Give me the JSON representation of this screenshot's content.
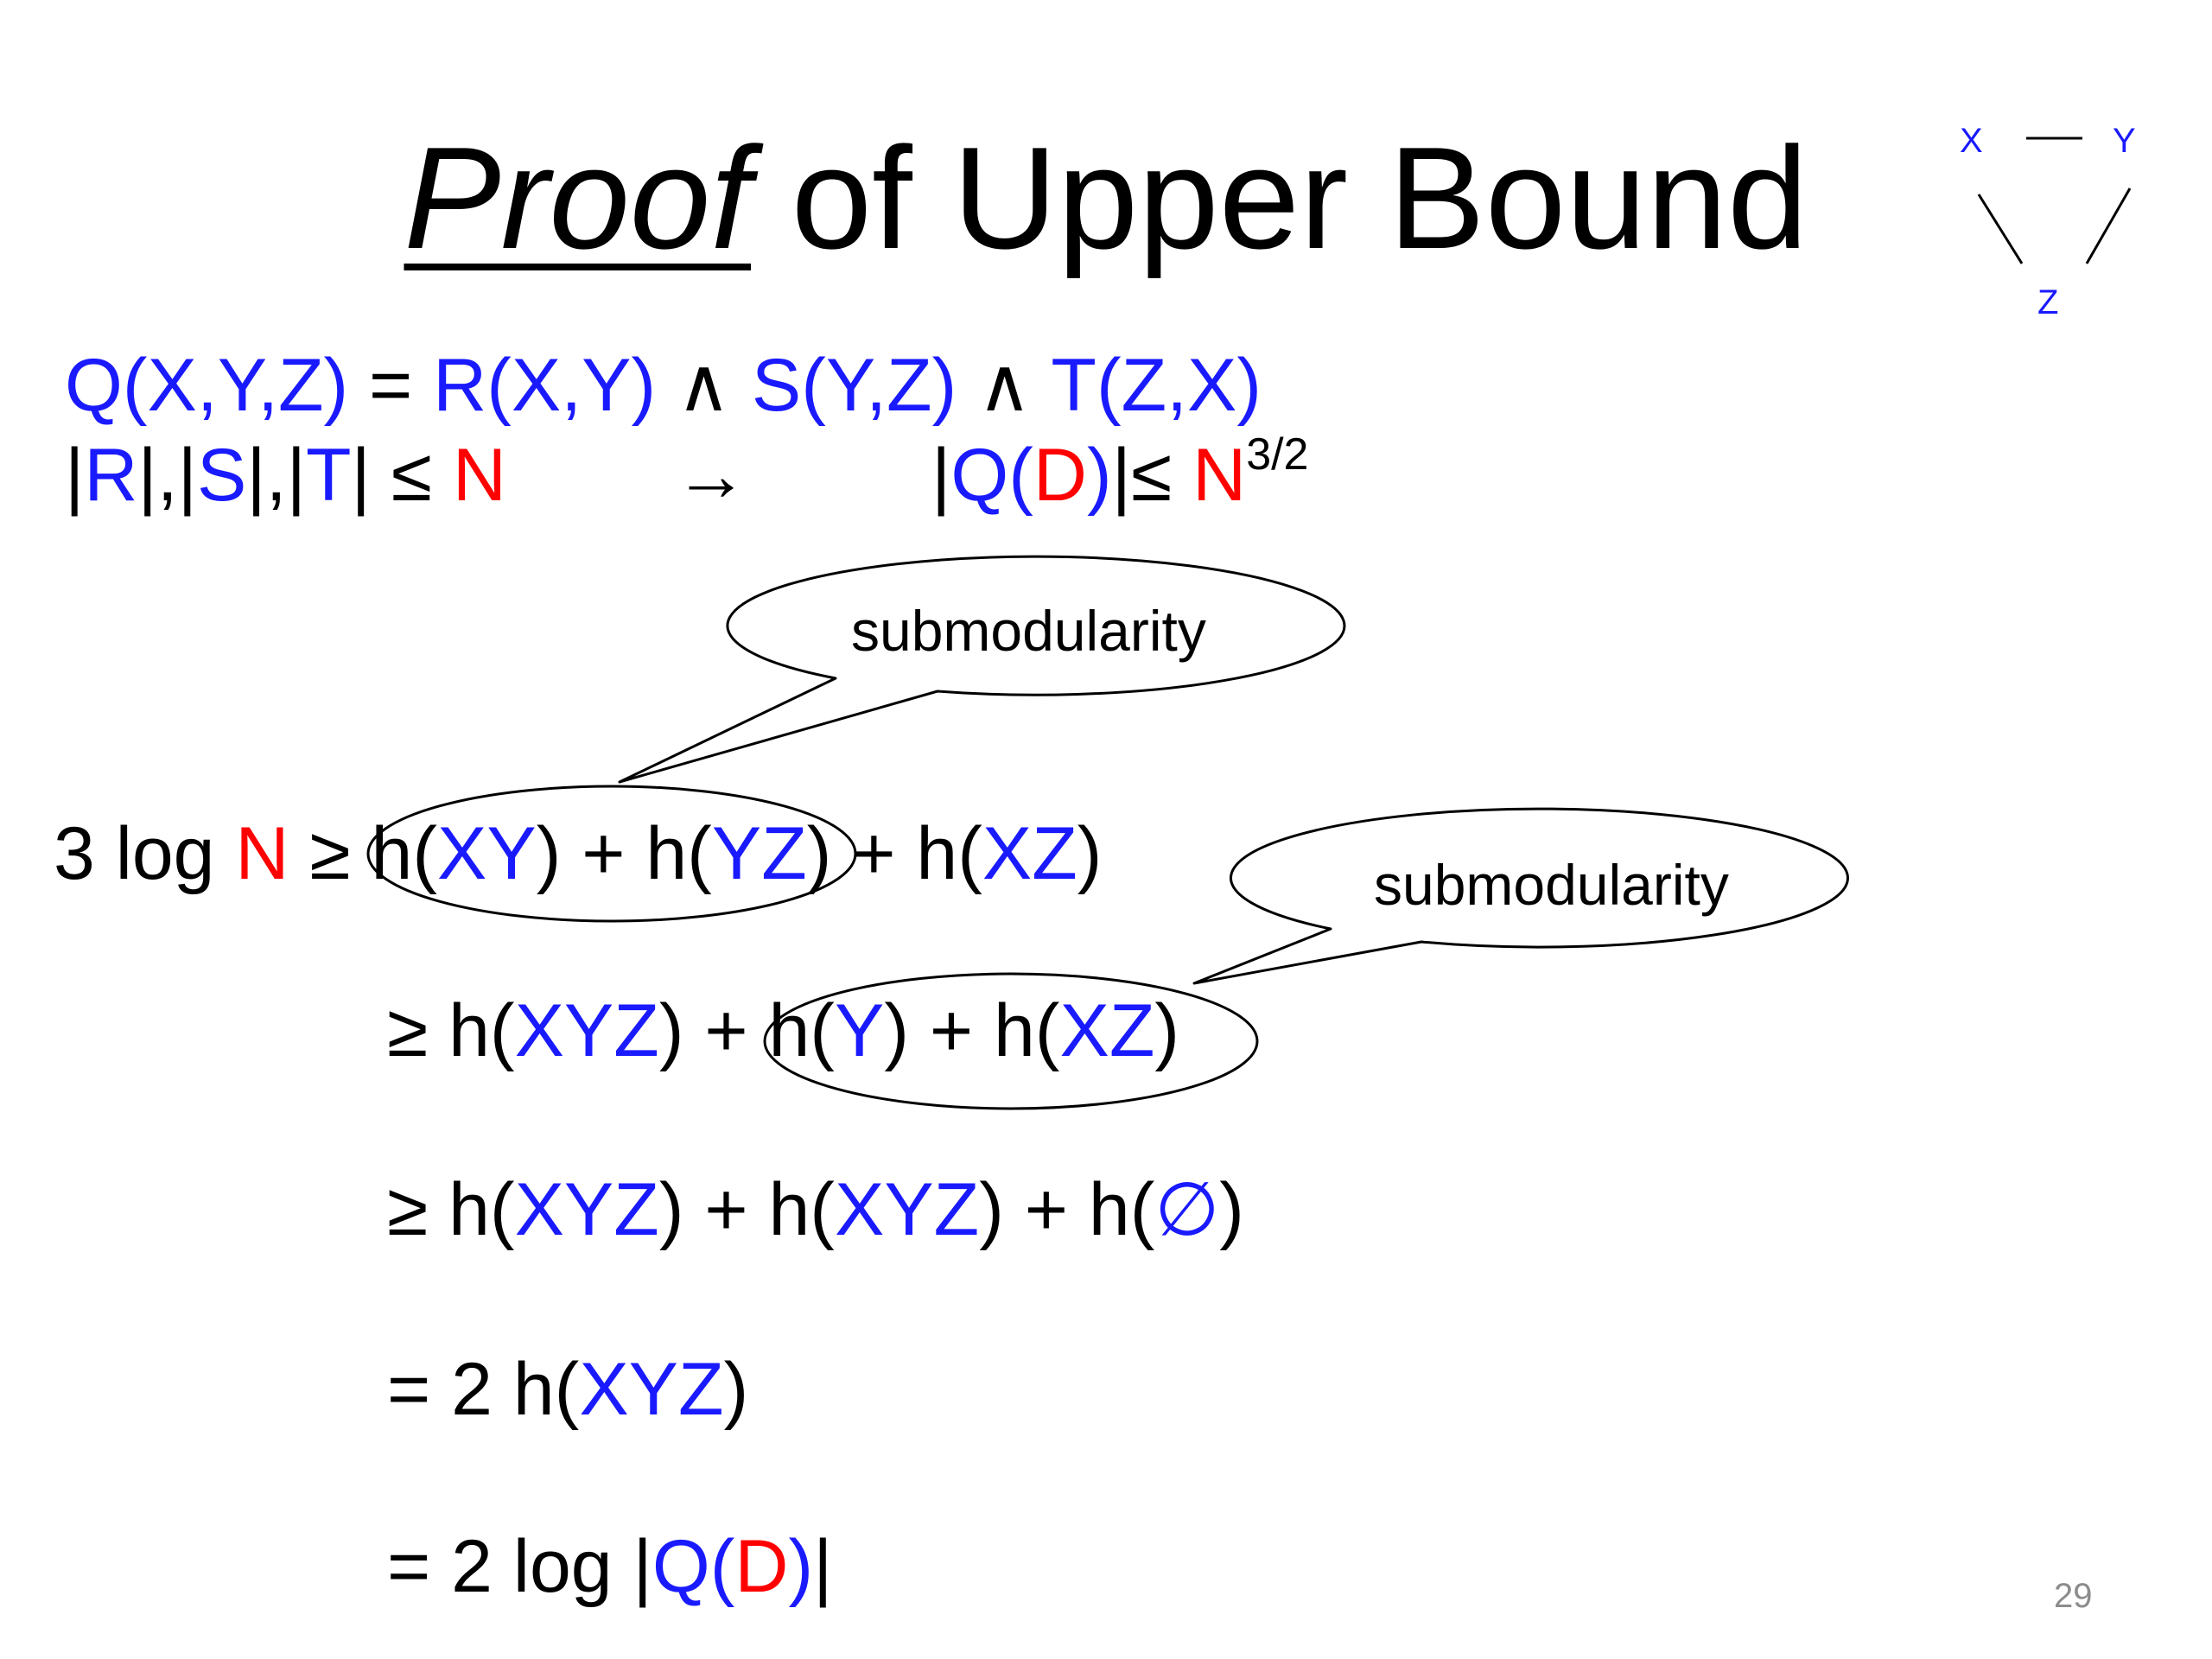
{
  "title": {
    "italic": "Proof",
    "rest": " of Upper Bound"
  },
  "triangle": {
    "x": "X",
    "y": "Y",
    "z": "Z",
    "dash": "—"
  },
  "query": {
    "lhs": "Q(X,Y,Z)",
    "eq": " = ",
    "r": "R(X,Y)",
    "and1": " ∧ ",
    "s": "S(Y,Z)",
    "and2": " ∧ ",
    "t": "T(Z,X)"
  },
  "bound": {
    "pipe1": "|",
    "r": "R",
    "sep1": "|,|",
    "s": "S",
    "sep2": "|,|",
    "t": "T",
    "le": "| ≤ ",
    "n": "N",
    "arrow": "→",
    "q_open": "|",
    "q": "Q(",
    "d": "D",
    "q_close": ")",
    "le2": "|≤ ",
    "n2": "N",
    "exp": "3/2"
  },
  "line1": {
    "prefix": "3 log ",
    "n": "N",
    "ge": " ≥ ",
    "h1": "h(",
    "xy": "XY",
    "p1": ") + h(",
    "yz": "YZ",
    "p2": ") + h(",
    "xz": "XZ",
    "p3": ")"
  },
  "line2": {
    "ge": "≥ h(",
    "xyz": "XYZ",
    "p1": ") + h(",
    "y": "Y",
    "p2": ")  + h(",
    "xz": "XZ",
    "p3": ")"
  },
  "line3": {
    "ge": "≥ h(",
    "xyz1": "XYZ",
    "p1": ") + h(",
    "xyz2": "XYZ",
    "p2": ") + h(",
    "empty": "∅",
    "p3": ")"
  },
  "line4": {
    "eq": "= 2 h(",
    "xyz": "XYZ",
    "p1": ")"
  },
  "line5": {
    "eq": "= 2 log |",
    "q": "Q(",
    "d": "D",
    "p1": ")",
    "p2": "|"
  },
  "callouts": {
    "first": "submodularity",
    "second": "submodularity"
  },
  "page_number": "29",
  "colors": {
    "variable": "#1a1aff",
    "highlight": "#ff0000",
    "text": "#000000",
    "page_number": "#8c8c8c"
  }
}
